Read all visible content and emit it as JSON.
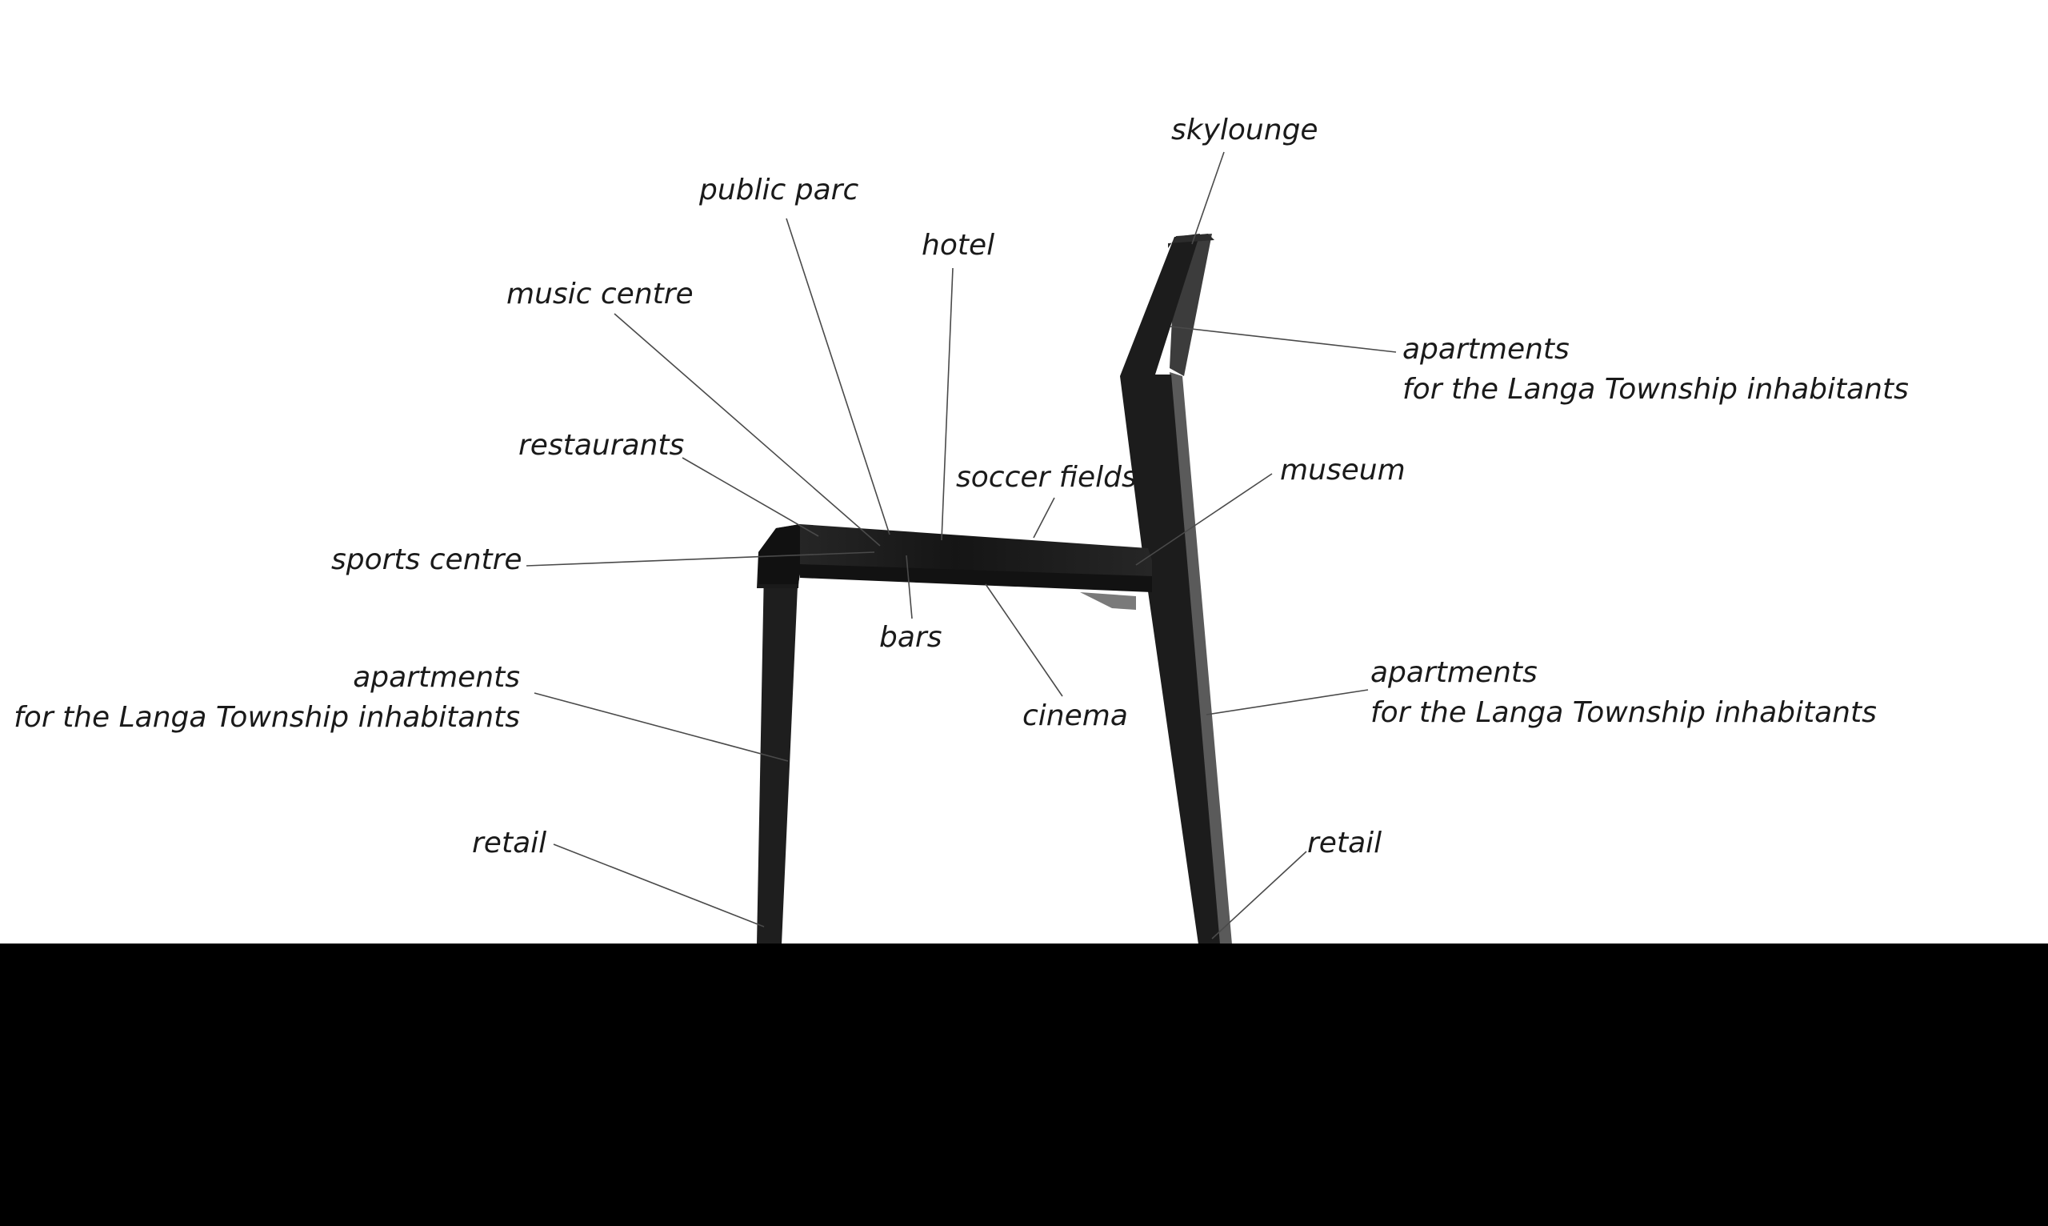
{
  "colors": {
    "background": "#ffffff",
    "ground": "#000000",
    "structure": "#1c1c1c",
    "leader_line": "#4a4a4a",
    "text": "#1a1a1a"
  },
  "labels": {
    "skylounge": "skylounge",
    "public_parc": "public parc",
    "hotel": "hotel",
    "music_centre": "music centre",
    "apartments_top": {
      "line1": "apartments",
      "line2": "for the Langa Township inhabitants"
    },
    "restaurants": "restaurants",
    "soccer_fields": "soccer fields",
    "museum": "museum",
    "sports_centre": "sports centre",
    "bars": "bars",
    "apartments_left": {
      "line1": "apartments",
      "line2": "for the Langa Township inhabitants"
    },
    "apartments_right": {
      "line1": "apartments",
      "line2": "for the Langa Township inhabitants"
    },
    "cinema": "cinema",
    "retail_left": "retail",
    "retail_right": "retail"
  }
}
